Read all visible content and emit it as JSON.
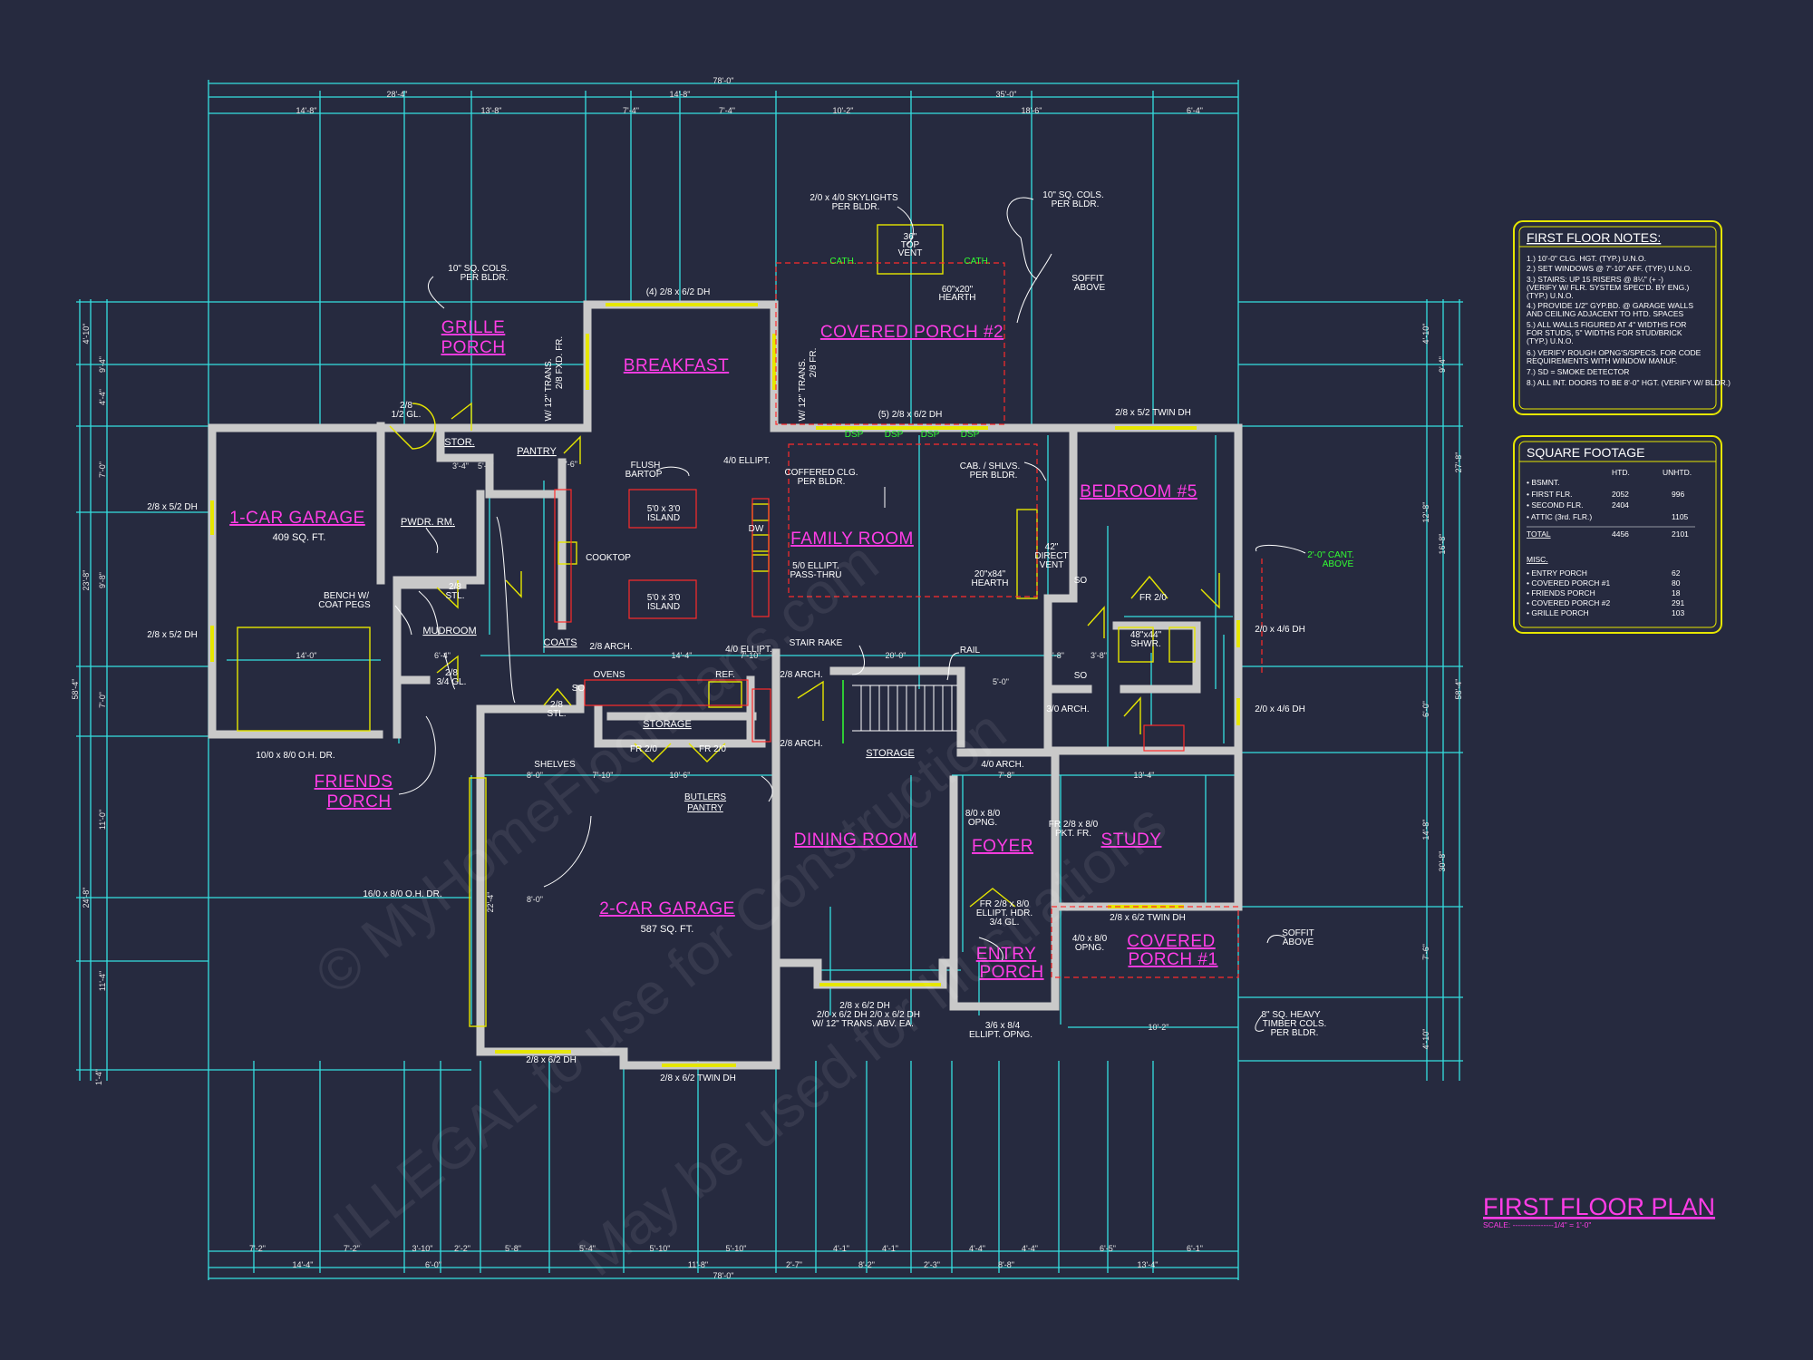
{
  "title_block": {
    "title": "FIRST FLOOR PLAN",
    "scale": "SCALE: ----------------1/4\" = 1'-0\""
  },
  "rooms": {
    "grille_porch": [
      "GRILLE",
      "PORCH"
    ],
    "breakfast": "BREAKFAST",
    "covered_porch_2": "COVERED PORCH #2",
    "one_car_garage": "1-CAR GARAGE",
    "one_car_garage_sqft": "409 SQ. FT.",
    "family_room": "FAMILY ROOM",
    "bedroom_5": "BEDROOM #5",
    "friends_porch": [
      "FRIENDS",
      "PORCH"
    ],
    "dining_room": "DINING ROOM",
    "foyer": "FOYER",
    "study": "STUDY",
    "two_car_garage": "2-CAR GARAGE",
    "two_car_garage_sqft": "587 SQ. FT.",
    "entry_porch": [
      "ENTRY",
      "PORCH"
    ],
    "covered_porch_1": [
      "COVERED",
      "PORCH #1"
    ]
  },
  "labels": {
    "stor": "STOR.",
    "pantry": "PANTRY",
    "pwdr_rm": "PWDR. RM.",
    "mudroom": "MUDROOM",
    "coats": "COATS",
    "storage_1": "STORAGE",
    "storage_2": "STORAGE",
    "butlers_pantry": [
      "BUTLERS",
      "PANTRY"
    ],
    "shelves": "SHELVES",
    "ovens": "OVENS",
    "ref": "REF.",
    "cooktop": "COOKTOP",
    "dw": "DW",
    "island_1": [
      "5'0 x 3'0",
      "ISLAND"
    ],
    "island_2": [
      "5'0 x 3'0",
      "ISLAND"
    ],
    "flush_bartop": [
      "FLUSH",
      "BARTOP"
    ],
    "ellipt_1": "4/0 ELLIPT.",
    "ellipt_2": "4/0 ELLIPT.",
    "ellipt_3": "4/0 ARCH.",
    "arch_28_1": "2/8 ARCH.",
    "arch_28_2": "2/8 ARCH.",
    "arch_28_3": "2/8 ARCH.",
    "arch_30": "3/0 ARCH.",
    "stair_rake": "STAIR RAKE",
    "rail": "RAIL",
    "coffered": [
      "COFFERED CLG.",
      "PER BLDR."
    ],
    "cab_shlvs": [
      "CAB. / SHLVS.",
      "PER BLDR."
    ],
    "ellipt_pass": [
      "5/0 ELLIPT.",
      "PASS-THRU"
    ],
    "hearth_1": [
      "20\"x84\"",
      "HEARTH"
    ],
    "direct_vent": [
      "42\"",
      "DIRECT",
      "VENT"
    ],
    "shwr": [
      "48\"x44\"",
      "SHWR."
    ],
    "fr_210": "FR 2/0",
    "fr_210_2": "FR 2/0",
    "fr_210_3": "FR 2/0",
    "skylights": [
      "2/0 x 4/0 SKYLIGHTS",
      "PER BLDR."
    ],
    "cols_1": [
      "10\" SQ. COLS.",
      "PER BLDR."
    ],
    "cols_2": [
      "10\" SQ. COLS.",
      "PER BLDR."
    ],
    "top_vent": [
      "36\"",
      "TOP",
      "VENT"
    ],
    "hearth_2": [
      "60\"x20\"",
      "HEARTH"
    ],
    "cath_1": "CATH.",
    "cath_2": "CATH.",
    "soffit_1": [
      "SOFFIT",
      "ABOVE"
    ],
    "soffit_2": [
      "SOFFIT",
      "ABOVE"
    ],
    "cant_above": [
      "2'-0\" CANT.",
      "ABOVE"
    ],
    "bench": [
      "BENCH W/",
      "COAT PEGS"
    ],
    "half_gl": [
      "2/8",
      "1/2 GL."
    ],
    "stl_1": [
      "2/8",
      "STL."
    ],
    "stl_2": [
      "2/8",
      "STL."
    ],
    "gl_34": [
      "2/8",
      "3/4 GL."
    ],
    "win_top_1": "(4) 2/8 x 6/2 DH",
    "win_top_2": "(5) 2/8 x 6/2 DH",
    "win_twin_1": "2/8 x 5/2 TWIN DH",
    "win_gar_1": "2/8 x 5/2 DH",
    "win_gar_2": "2/8 x 5/2 DH",
    "win_right_1": "2/0 x 4/6 DH",
    "win_right_2": "2/0 x 4/6 DH",
    "door_oh_1": "10/0 x 8/0 O.H. DR.",
    "door_oh_2": "16/0 x 8/0 O.H. DR.",
    "win_bot_1": "2/8 x 6/2 DH",
    "win_bot_2": "2/8 x 6/2 TWIN DH",
    "win_dining": [
      "2/8 x 6/2 DH",
      "2/0 x 6/2 DH  2/0 x 6/2 DH",
      "W/ 12\" TRANS. ABV. EA."
    ],
    "entry_ellipt": [
      "3/6 x 8/4",
      "ELLIPT. OPNG."
    ],
    "opng_810": [
      "8/0 x 8/0",
      "OPNG."
    ],
    "opng_410": [
      "4/0 x 8/0",
      "OPNG."
    ],
    "pkt_fr": [
      "FR 2/8 x 8/0",
      "PKT. FR."
    ],
    "study_twin": "2/8 x 6/2 TWIN DH",
    "fr_ellipt": [
      "FR 2/8 x 8/0",
      "ELLIPT. HDR.",
      "3/4 GL."
    ],
    "timber_cols": [
      "8\" SQ. HEAVY",
      "TIMBER COLS.",
      "PER BLDR."
    ],
    "trans_1": [
      "W/ 12\" TRANS.",
      "2/8 FXD. FR."
    ],
    "trans_2": [
      "W/ 12\" TRANS.",
      "2/8 FR."
    ],
    "dsp": "DSP",
    "so": "SO"
  },
  "dimensions": {
    "overall_top": "78'-0\"",
    "top_row": [
      "28'-4\"",
      "14'-8\"",
      "35'-0\""
    ],
    "top_row_2": [
      "14'-8\"",
      "13'-8\"",
      "7'-4\"",
      "7'-4\"",
      "10'-2\"",
      "18'-6\"",
      "6'-4\""
    ],
    "overall_bottom": "78'-0\"",
    "bottom_row": [
      "7'-2\"",
      "14'-4\"",
      "7'-2\"",
      "3'-10\"",
      "2'-2\"",
      "5'-8\"",
      "5'-4\"",
      "5'-10\"",
      "11'-8\"",
      "5'-10\"",
      "2'-7\"",
      "4'-1\"",
      "4'-1\"",
      "2'-3\"",
      "4'-4\"",
      "4'-4\"",
      "6'-5\"",
      "6'-1\""
    ],
    "bottom_row_2": [
      "14'-4\"",
      "6'-0\"",
      "8'-2\"",
      "8'-8\"",
      "13'-4\""
    ],
    "left_overall": "58'-4\"",
    "left_row": [
      "4'-10\"",
      "9'-4\"",
      "4'-4\"",
      "7'-0\"",
      "23'-8\"",
      "9'-8\"",
      "7'-0\"",
      "11'-0\"",
      "24'-8\"",
      "11'-4\"",
      "1'-4\""
    ],
    "right_overall": "58'-4\"",
    "right_row": [
      "4'-10\"",
      "9'-4\"",
      "12'-8\"",
      "16'-8\"",
      "6'-0\"",
      "14'-8\"",
      "7'-6\"",
      "4'-10\"",
      "30'-8\"",
      "27'-8\""
    ],
    "inner": [
      "14'-0\"",
      "5'-4\"",
      "3'-4\"",
      "6'-4\"",
      "3'-6\"",
      "8'-0\"",
      "7'-10\"",
      "10'-6\"",
      "14'-4\"",
      "7'-10\"",
      "20'-0\"",
      "13'-4\"",
      "10'-2\"",
      "7'-8\"",
      "2'-8\"",
      "3'-8\"",
      "5'-0\"",
      "22'-4\"",
      "8'-0\""
    ]
  },
  "first_floor_notes": {
    "title": "FIRST FLOOR NOTES:",
    "lines": [
      "1.) 10'-0\" CLG. HGT. (TYP.) U.N.O.",
      "2.) SET WINDOWS @ 7'-10\" AFF. (TYP.) U.N.O.",
      "3.) STAIRS: UP 15 RISERS @ 8¼\" (+ -)",
      "    (VERIFY W/ FLR. SYSTEM SPEC'D. BY ENG.)",
      "    (TYP.) U.N.O.",
      "4.) PROVIDE 1/2\" GYP.BD. @ GARAGE WALLS",
      "    AND CEILING ADJACENT TO HTD. SPACES",
      "5.) ALL WALLS FIGURED AT 4\" WIDTHS FOR",
      "    FOR STUDS, 5\" WIDTHS FOR STUD/BRICK",
      "    (TYP.) U.N.O.",
      "6.) VERIFY ROUGH OPNG'S/SPECS. FOR CODE",
      "    REQUIREMENTS WITH WINDOW MANUF.",
      "7.) SD = SMOKE DETECTOR",
      "8.) ALL INT. DOORS TO BE 8'-0\" HGT. (VERIFY W/ BLDR.)"
    ]
  },
  "square_footage": {
    "title": "SQUARE FOOTAGE",
    "headers": [
      "HTD.",
      "UNHTD."
    ],
    "rows": [
      [
        "• BSMNT.",
        "",
        ""
      ],
      [
        "• FIRST FLR.",
        "2052",
        "996"
      ],
      [
        "• SECOND FLR.",
        "2404",
        ""
      ],
      [
        "• ATTIC (3rd. FLR.)",
        "",
        "1105"
      ],
      [
        "TOTAL",
        "4456",
        "2101"
      ]
    ],
    "misc_title": "MISC.",
    "misc_rows": [
      [
        "• ENTRY PORCH",
        "62"
      ],
      [
        "• COVERED PORCH #1",
        "80"
      ],
      [
        "• FRIENDS PORCH",
        "18"
      ],
      [
        "• COVERED PORCH #2",
        "291"
      ],
      [
        "• GRILLE PORCH",
        "103"
      ]
    ]
  },
  "watermark": [
    "© MyHomeFloorPlans.com",
    "ILLEGAL to use for Construction",
    "May be used for Illustrations"
  ],
  "colors": {
    "background": "#262a3f",
    "dimension": "#35e0e0",
    "room_label": "#ff3de6",
    "window": "#e6e600",
    "accent_red": "#ff2b2b",
    "note_green": "#32ff32"
  }
}
